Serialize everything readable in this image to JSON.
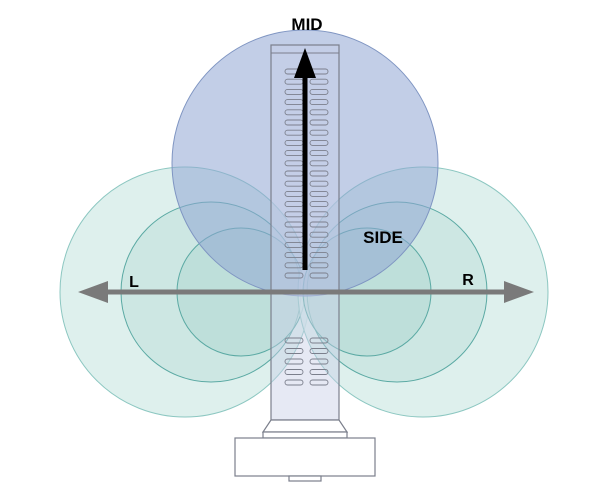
{
  "labels": {
    "mid": "MID",
    "side": "SIDE",
    "left": "L",
    "right": "R"
  },
  "colors": {
    "mid_lobe_fill": "#9fb1d8",
    "mid_lobe_stroke": "#7f95c2",
    "side_lobe_fill": "#cfe7e3",
    "side_lobe_stroke": "#5aa9a3",
    "arrow_mid": "#000000",
    "arrow_lr": "#7a7a7a",
    "mic_outline": "#8a8a8a"
  }
}
